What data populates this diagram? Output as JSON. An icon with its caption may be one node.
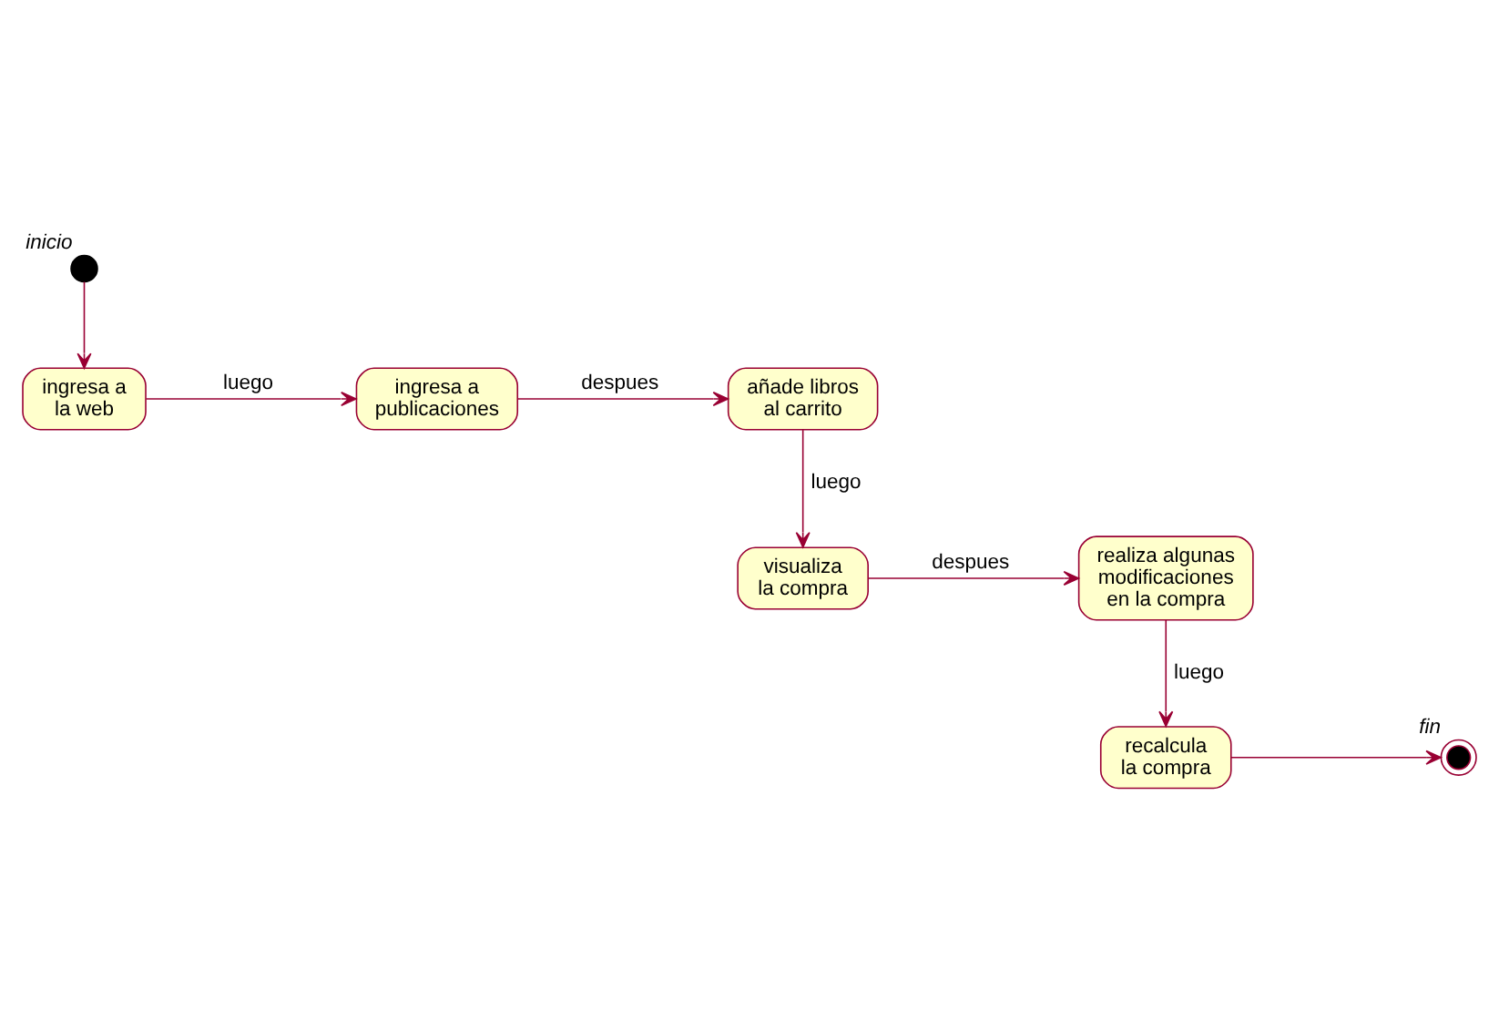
{
  "diagram": {
    "nodes": [
      {
        "text": [],
        "shape": "circle",
        "beside": [
          "inicio"
        ]
      },
      {
        "text": [
          "ingresa a la web"
        ]
      },
      {
        "text": [
          "ingresa a publicaciones"
        ]
      },
      {
        "text": [
          "añade libros al carrito"
        ]
      },
      {
        "text": [
          "visualiza la compra"
        ]
      },
      {
        "text": [
          "realiza algunas modificaciones en la compra"
        ]
      },
      {
        "text": [
          "recalcula la compra"
        ]
      },
      {
        "text": [],
        "shape": "bullseye",
        "beside": [
          "fin"
        ]
      }
    ],
    "edges": [
      {
        "from": 0,
        "to": 1,
        "arrow": "to"
      },
      {
        "from": 1,
        "to": 2,
        "arrow": "to",
        "label": "luego"
      },
      {
        "from": 2,
        "to": 3,
        "arrow": "to",
        "label": "despues"
      },
      {
        "from": 3,
        "to": 4,
        "arrow": "to",
        "label": "luego"
      },
      {
        "from": 4,
        "to": 5,
        "arrow": "to",
        "label": "despues"
      },
      {
        "from": 5,
        "to": 6,
        "arrow": "to",
        "label": "luego"
      },
      {
        "from": 6,
        "to": 7,
        "arrow": "to"
      }
    ]
  }
}
